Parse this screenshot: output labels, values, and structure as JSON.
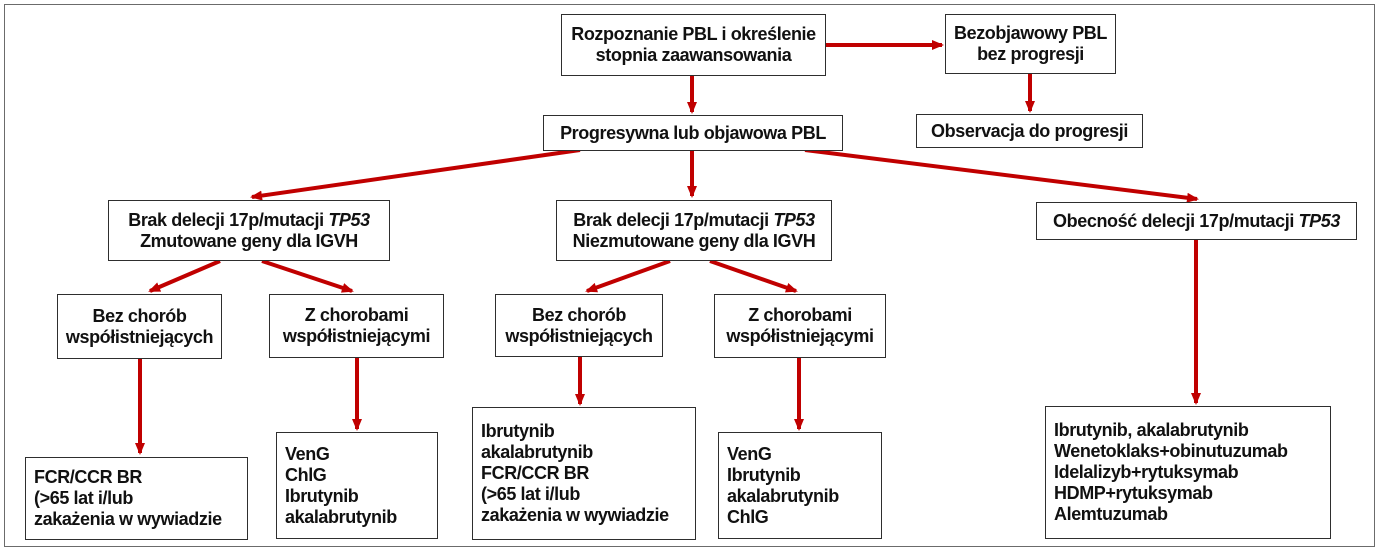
{
  "colors": {
    "arrow": "#c00000",
    "border": "#2e2e2e",
    "text": "#111111"
  },
  "nodes": {
    "diagnosis": [
      "Rozpoznanie PBL i określenie",
      "stopnia zaawansowania"
    ],
    "asymptomatic": [
      "Bezobjawowy PBL",
      "bez progresji"
    ],
    "observation": "Observacja do progresji",
    "progressive": "Progresywna lub objawowa PBL",
    "group_a": {
      "line1_prefix": "Brak delecji 17p/mutacji ",
      "line1_gene": "TP53",
      "line2": "Zmutowane geny dla IGVH"
    },
    "group_b": {
      "line1_prefix": "Brak delecji 17p/mutacji ",
      "line1_gene": "TP53",
      "line2": "Niezmutowane geny dla IGVH"
    },
    "group_c": {
      "prefix": "Obecność delecji 17p/mutacji ",
      "gene": "TP53"
    },
    "a_without": [
      "Bez chorób",
      "współistniejących"
    ],
    "a_with": [
      "Z chorobami",
      "współistniejącymi"
    ],
    "b_without": [
      "Bez chorób",
      "współistniejących"
    ],
    "b_with": [
      "Z chorobami",
      "współistniejącymi"
    ],
    "t_a_without": [
      "FCR/CCR BR",
      "(>65 lat i/lub",
      "zakażenia w wywiadzie"
    ],
    "t_a_with": [
      "VenG",
      "ChlG",
      "Ibrutynib",
      "akalabrutynib"
    ],
    "t_b_without": [
      "Ibrutynib",
      "akalabrutynib",
      "FCR/CCR BR",
      "(>65 lat i/lub",
      "zakażenia w wywiadzie"
    ],
    "t_b_with": [
      "VenG",
      "Ibrutynib",
      "akalabrutynib",
      "ChlG"
    ],
    "t_c": [
      "Ibrutynib, akalabrutynib",
      "Wenetoklaks+obinutuzumab",
      "Idelalizyb+rytuksymab",
      "HDMP+rytuksymab",
      "Alemtuzumab"
    ]
  }
}
